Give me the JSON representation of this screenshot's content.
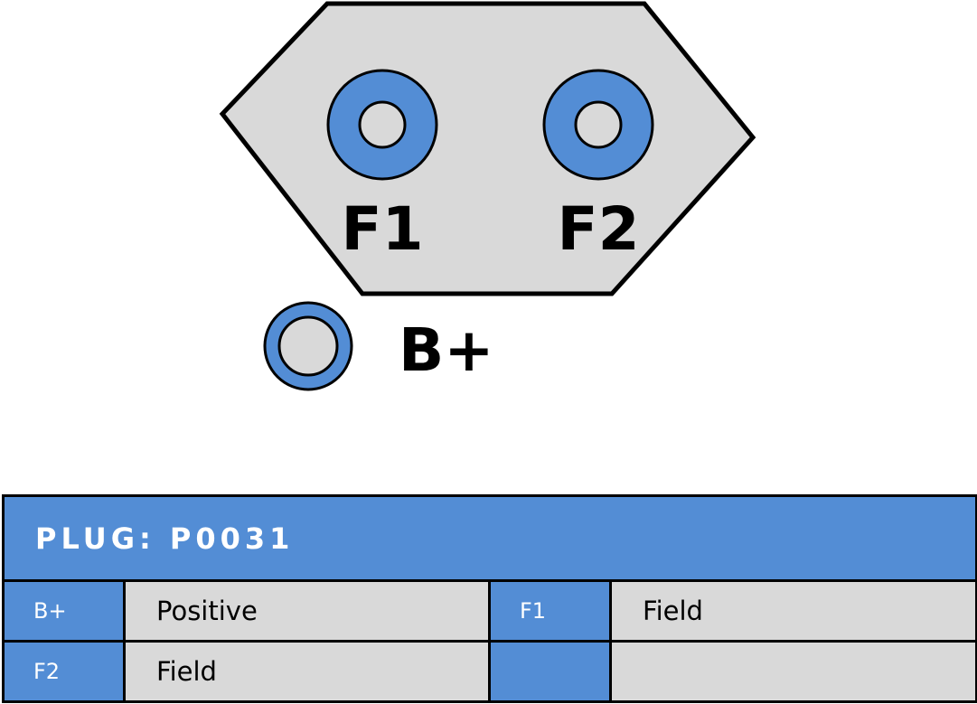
{
  "connector": {
    "terminals": [
      {
        "id": "F1",
        "label": "F1"
      },
      {
        "id": "F2",
        "label": "F2"
      },
      {
        "id": "B+",
        "label": "B+"
      }
    ]
  },
  "table": {
    "title": "PLUG: P0031",
    "rows": [
      [
        {
          "pin": "B+",
          "desc": "Positive"
        },
        {
          "pin": "F1",
          "desc": "Field"
        }
      ],
      [
        {
          "pin": "F2",
          "desc": "Field"
        },
        {
          "pin": "",
          "desc": ""
        }
      ]
    ]
  },
  "colors": {
    "terminal_blue": "#538dd5",
    "housing_gray": "#d9d9d9",
    "outline": "#000000"
  }
}
